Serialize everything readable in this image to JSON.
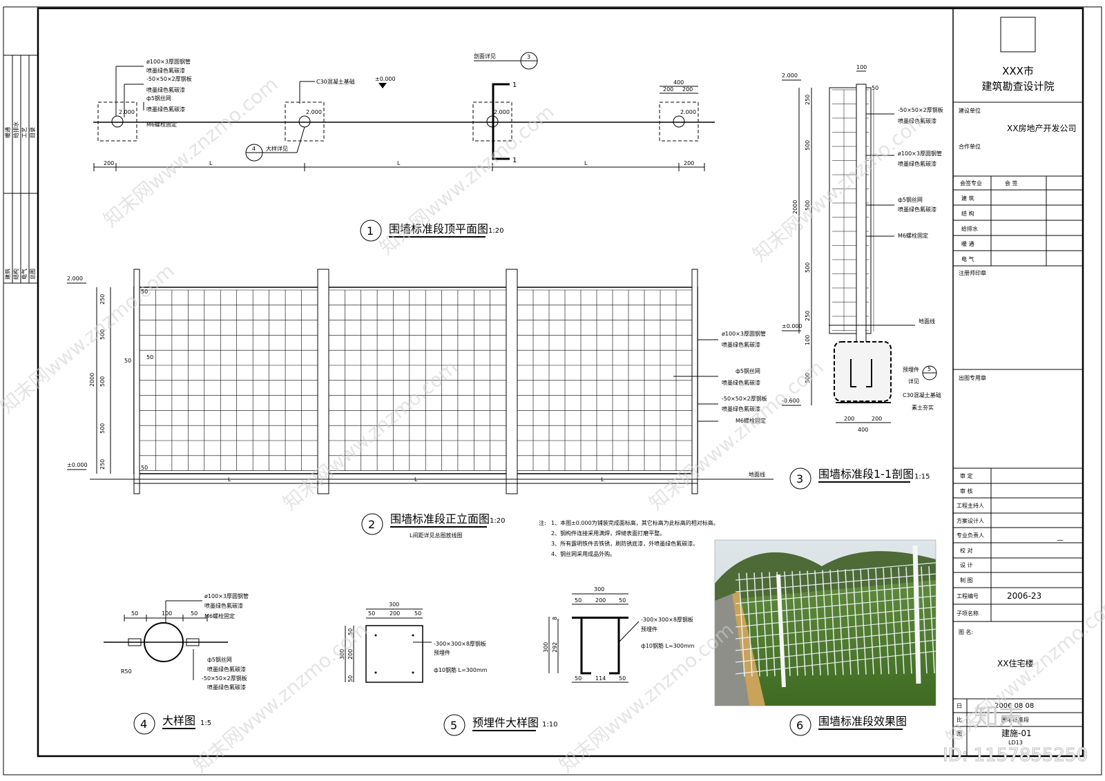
{
  "title_block": {
    "institute_line1": "XXX市",
    "institute_line2": "建筑勘查设计院",
    "build_unit_label": "建设单位",
    "build_unit_value": "XX房地产开发公司",
    "coop_unit_label": "合作单位",
    "sign_header": [
      "会签专业",
      "会 签"
    ],
    "sign_rows": [
      "建 筑",
      "结 构",
      "给排水",
      "暖 通",
      "电 气"
    ],
    "stamp_label": "注册师印章",
    "out_stamp_label": "出图专用章",
    "roles": [
      "审 定",
      "审 核",
      "工程主持人",
      "方案设计人",
      "专业负责人",
      "校 对",
      "设 计",
      "制 图"
    ],
    "role_dash": "—",
    "project_no_label": "工程编号",
    "project_no": "2006-23",
    "sub_item_label": "子项名称",
    "drawing_name_label": "图 名:",
    "drawing_name": "XX住宅楼",
    "date_label": "日",
    "date_value": "2006 08 08",
    "scale_label": "比",
    "scale_value": "围墙标准段",
    "drawing_no_label": "图",
    "drawing_no": "建施-01",
    "sheet_code": "LD13",
    "id_text": "ID: 1157855250"
  },
  "left_strip": {
    "top_labels": [
      "暖通",
      "给排水",
      "工艺",
      "目录"
    ],
    "bottom_labels": [
      "建筑",
      "结构",
      "电气",
      "总图"
    ]
  },
  "plan": {
    "number": "1",
    "title": "围墙标准段顶平面图",
    "scale": "1:20",
    "labels": [
      "ø100×3厚圆钢管",
      "喷墨绿色氟碳漆",
      "-50×50×2厚钢板",
      "喷墨绿色氟碳漆",
      "ф5钢丝网",
      "喷墨绿色氟碳漆",
      "M6螺栓固定"
    ],
    "c30": "C30混凝土基础",
    "elev": "±0.000",
    "section_ref": "剖面详见",
    "section_no": "3",
    "detail_ref": "大样详见",
    "detail_no": "4",
    "post_elev": "2.000",
    "dims": [
      "200",
      "L",
      "L",
      "L",
      "200"
    ],
    "dim_400": "400",
    "dim_200a": "200",
    "dim_200b": "200",
    "cut_mark": "1"
  },
  "elevation": {
    "number": "2",
    "title": "围墙标准段正立面图",
    "scale": "1:20",
    "note": "L间距详见总图放线图",
    "top_elev": "2.000",
    "bottom_elev": "±0.000",
    "vdims": [
      "250",
      "500",
      "500",
      "500",
      "250"
    ],
    "total": "2000",
    "hdims": [
      "L",
      "L",
      "L"
    ],
    "labels": [
      "ø100×3厚圆钢管",
      "喷墨绿色氟碳漆",
      "ф5钢丝网",
      "喷墨绿色氟碳漆",
      "-50×50×2厚钢板",
      "喷墨绿色氟碳漆",
      "M6螺栓固定"
    ],
    "ground": "地面线",
    "small": [
      "50",
      "50",
      "50",
      "50"
    ]
  },
  "section": {
    "number": "3",
    "title": "围墙标准段1-1剖图",
    "scale": "1:15",
    "top_elev": "2.000",
    "zero_elev": "±0.000",
    "bottom_elev": "-0.600",
    "vdims": [
      "250",
      "500",
      "500",
      "500",
      "250",
      "100",
      "500"
    ],
    "total": "2000",
    "top_dim": "100",
    "dim_50": "50",
    "labels": [
      "-50×50×2厚钢板",
      "喷墨绿色氟碳漆",
      "ø100×3厚圆钢管",
      "喷墨绿色氟碳漆",
      "ф5钢丝网",
      "喷墨绿色氟碳漆",
      "M6螺栓固定"
    ],
    "ground": "地面线",
    "embed": "预埋件",
    "embed_detail": "详见",
    "embed_no": "5",
    "c30": "C30混凝土基础",
    "soil": "素土夯实",
    "bottom_dims": [
      "200",
      "200"
    ],
    "bottom_total": "400"
  },
  "notes": {
    "head": "注:",
    "lines": [
      "1、本图±0.000为铺装完成面标高，其它标高为此标高的相对标高。",
      "2、钢构件连接采用满焊，焊缝表面打磨平整。",
      "3、所有露明铁件去铁锈，刷防锈底漆，外喷墨绿色氟碳漆。",
      "4、钢丝网采用成品外购。"
    ]
  },
  "detail4": {
    "number": "4",
    "title": "大样图",
    "scale": "1:5",
    "labels": [
      "ø100×3厚圆钢管",
      "喷墨绿色氟碳漆",
      "M6螺栓固定",
      "ф5钢丝网",
      "喷墨绿色氟碳漆",
      "-50×50×2厚钢板",
      "喷墨绿色氟碳漆"
    ],
    "dims": [
      "50",
      "100",
      "50"
    ],
    "radius": "R50"
  },
  "detail5": {
    "number": "5",
    "title": "预埋件大样图",
    "scale": "1:10",
    "plan_dims": [
      "300",
      "50",
      "200",
      "50"
    ],
    "vdims": [
      "50",
      "200",
      "50"
    ],
    "vtotal": "300",
    "labels": [
      "-300×300×8厚钢板",
      "预埋件",
      "ф10钢筋 L=300mm"
    ],
    "sec_dims": [
      "300",
      "50",
      "200",
      "50"
    ],
    "sec_v": [
      "300",
      "292",
      "8"
    ],
    "sec_bottom": [
      "50",
      "114",
      "50"
    ],
    "sec_labels": [
      "-300×300×8厚钢板",
      "预埋件",
      "ф10钢筋 L=300mm"
    ]
  },
  "photo": {
    "number": "6",
    "title": "围墙标准段效果图"
  },
  "watermark": "知末网www.znzmo.com",
  "logo_text": "知末"
}
